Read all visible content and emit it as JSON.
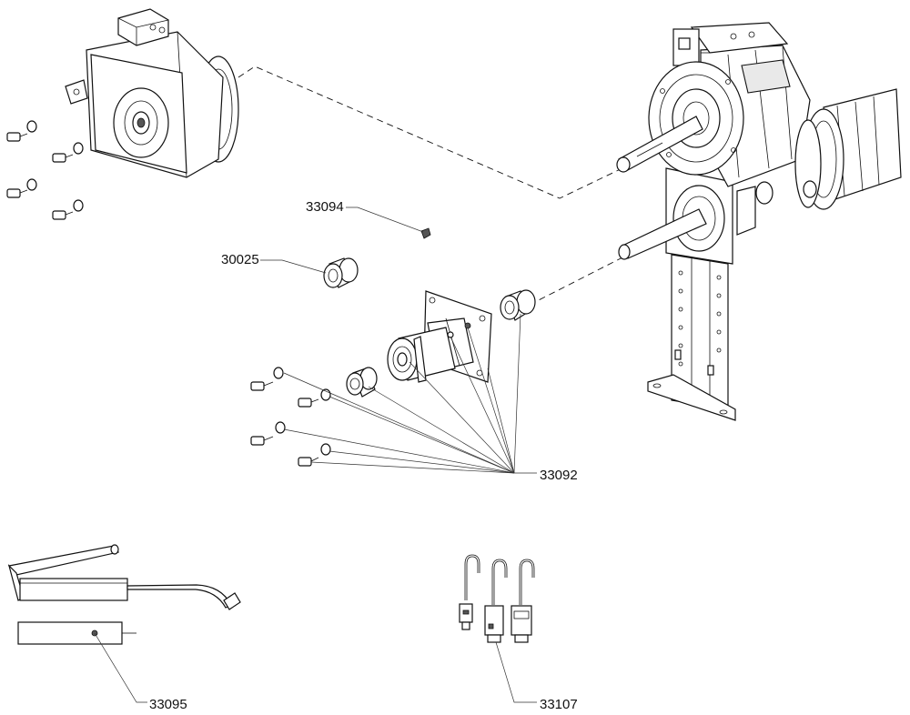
{
  "diagram": {
    "type": "exploded-parts-view",
    "callouts": [
      {
        "id": "c-33094",
        "label": "33094"
      },
      {
        "id": "c-30025",
        "label": "30025"
      },
      {
        "id": "c-33092",
        "label": "33092"
      },
      {
        "id": "c-33095",
        "label": "33095"
      },
      {
        "id": "c-33107",
        "label": "33107"
      }
    ],
    "parts": [
      "electric-motor",
      "motor-bolts",
      "gearbox-assembly",
      "set-screw",
      "bushing",
      "bearing-flange-kit",
      "grease-gun",
      "cable-hooks"
    ]
  }
}
